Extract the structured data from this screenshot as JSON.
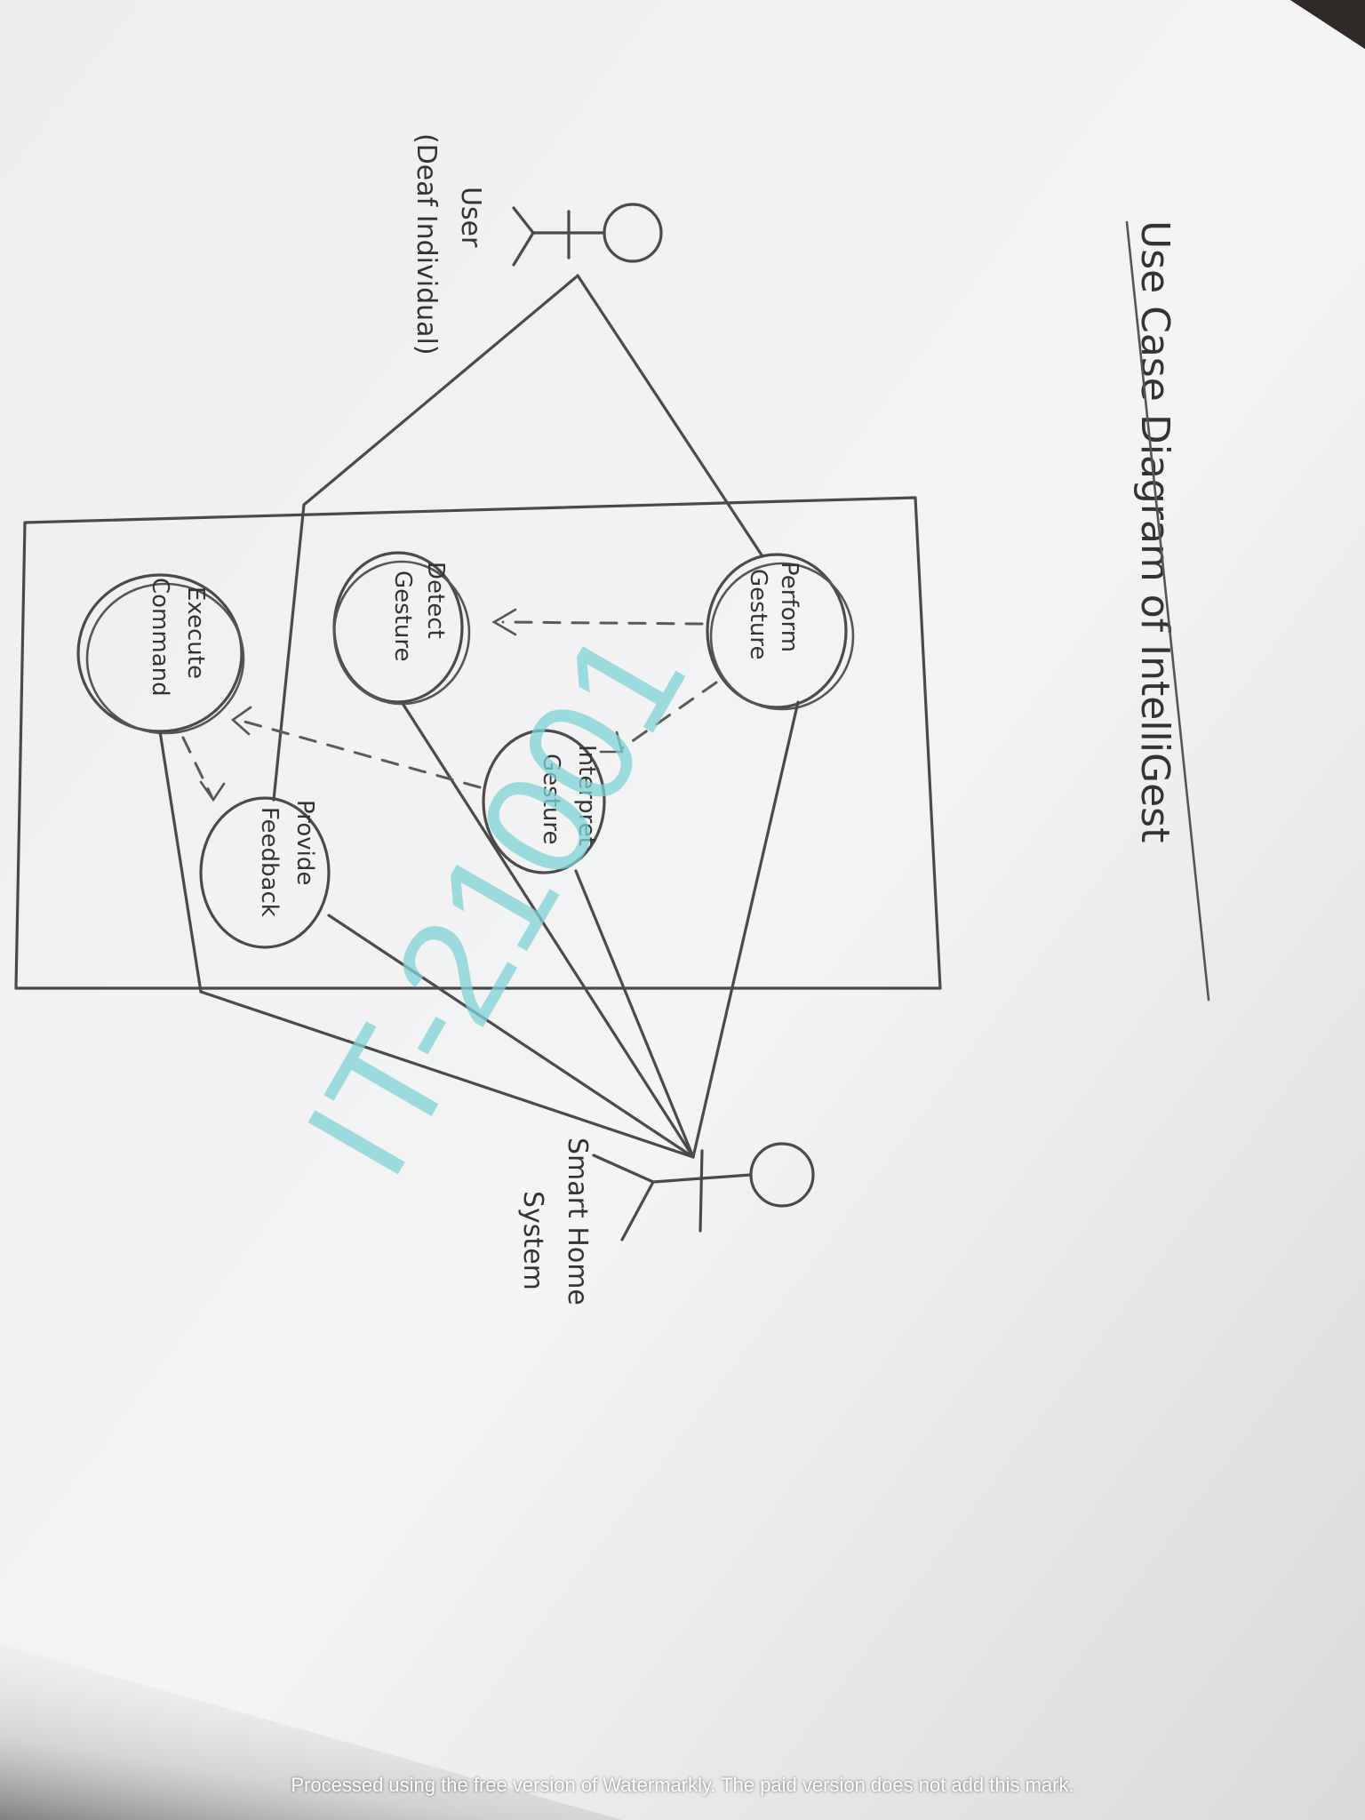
{
  "diagram": {
    "title": "Use Case Diagram of IntelliGest",
    "actors": [
      {
        "id": "user",
        "line1": "User",
        "line2": "(Deaf Individual)"
      },
      {
        "id": "system",
        "line1": "Smart Home",
        "line2": "System"
      }
    ],
    "use_cases": [
      {
        "id": "perform",
        "line1": "Perform",
        "line2": "Gesture"
      },
      {
        "id": "detect",
        "line1": "Detect",
        "line2": "Gesture"
      },
      {
        "id": "interpret",
        "line1": "Interpret",
        "line2": "Gesture"
      },
      {
        "id": "execute",
        "line1": "Execute",
        "line2": "Command"
      },
      {
        "id": "feedback",
        "line1": "Provide",
        "line2": "Feedback"
      }
    ]
  },
  "watermark": "IT-21001",
  "banner": "Processed using the free version of Watermarkly. The paid version does not add this mark."
}
